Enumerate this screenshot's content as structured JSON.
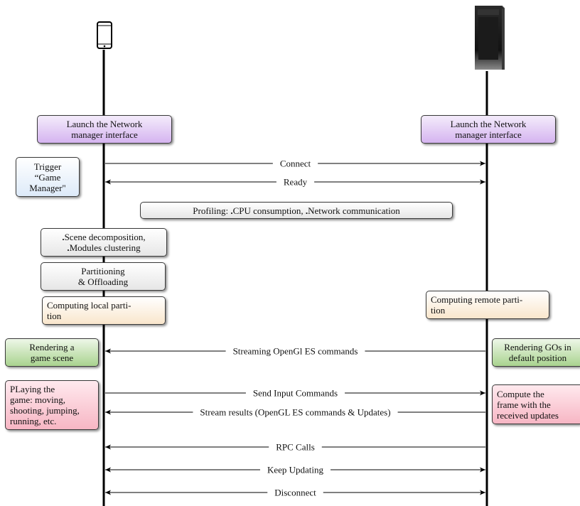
{
  "colors": {
    "purple_top": "#f4ecfb",
    "purple_bottom": "#d5b4f0",
    "blue_top": "#ffffff",
    "blue_bottom": "#ddeaf9",
    "gray_top": "#ffffff",
    "gray_bottom": "#e6e6e6",
    "orange_top": "#ffffff",
    "orange_bottom": "#f9e6cc",
    "green_top": "#eef7e8",
    "green_bottom": "#a9d38f",
    "red_top": "#ffe9ee",
    "red_bottom": "#f7b6c4",
    "lifeline": "#000000"
  },
  "icons": {
    "client": "smartphone-icon",
    "server": "server-tower-icon"
  },
  "boxes": {
    "launch_client": [
      "Launch the Network",
      "manager interface"
    ],
    "launch_server": [
      "Launch the Network",
      "manager interface"
    ],
    "trigger": [
      "Trigger",
      "“Game",
      "Manager\""
    ],
    "profiling": {
      "prefix": "Profiling: ",
      "b1": "CPU consumption, ",
      "b2": "Network communication"
    },
    "decomp": {
      "l1": "Scene decomposition,",
      "l2": "Modules clustering"
    },
    "partition": [
      "Partitioning",
      "& Offloading"
    ],
    "local_part": [
      "Computing local parti-",
      "tion"
    ],
    "remote_part": [
      "Computing remote parti-",
      "tion"
    ],
    "render_scene": [
      "Rendering a",
      "game scene"
    ],
    "render_gos": [
      "Rendering GOs in",
      "default position"
    ],
    "playing": [
      "PLaying the",
      "game: moving,",
      "shooting, jumping,",
      "running, etc."
    ],
    "compute_frame": [
      "Compute the",
      "frame with the",
      "received updates"
    ]
  },
  "messages": [
    {
      "label": "Connect",
      "dir": "right"
    },
    {
      "label": "Ready",
      "dir": "both"
    },
    {
      "label": "Streaming OpenGl ES commands",
      "dir": "left"
    },
    {
      "label": "Send Input Commands",
      "dir": "right"
    },
    {
      "label": "Stream results (OpenGL ES commands & Updates)",
      "dir": "left"
    },
    {
      "label": "RPC Calls",
      "dir": "left"
    },
    {
      "label": "Keep Updating",
      "dir": "both"
    },
    {
      "label": "Disconnect",
      "dir": "both"
    }
  ]
}
